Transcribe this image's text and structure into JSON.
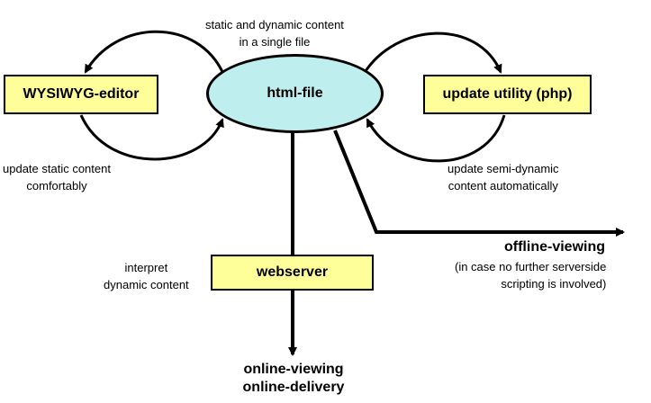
{
  "nodes": {
    "html_file": "html-file",
    "wysiwyg_editor": "WYSIWYG-editor",
    "update_utility": "update utility (php)",
    "webserver": "webserver"
  },
  "notes": {
    "top": [
      "static and dynamic content",
      "in a single file"
    ],
    "left": [
      "update static content",
      "comfortably"
    ],
    "right": [
      "update semi-dynamic",
      "content automatically"
    ],
    "webserver": [
      "interpret",
      "dynamic content"
    ],
    "offline_sub": [
      "(in case no further serverside",
      "scripting is involved)"
    ]
  },
  "outputs": {
    "offline": "offline-viewing",
    "online": [
      "online-viewing",
      "online-delivery"
    ]
  },
  "colors": {
    "box_fill": "#ffff99",
    "ellipse_fill": "#bfeeee",
    "stroke": "#000000"
  }
}
